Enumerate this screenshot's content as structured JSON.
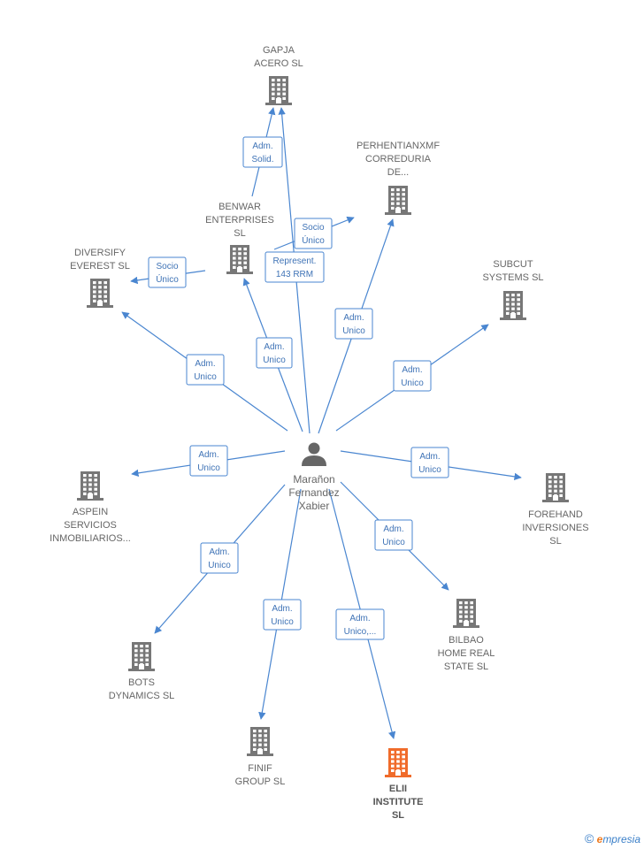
{
  "colors": {
    "edge": "#4a86d0",
    "building": "#777777",
    "highlight": "#f06b2a",
    "person": "#666666"
  },
  "person": {
    "lines": [
      "Marañon",
      "Fernandez",
      "Xabier"
    ],
    "icon": "person-icon"
  },
  "nodes": [
    {
      "id": "gapja",
      "lines": [
        "GAPJA",
        "ACERO  SL"
      ],
      "icon": "building-icon",
      "highlight": false
    },
    {
      "id": "perhentianxmf",
      "lines": [
        "PERHENTIANXMF",
        "CORREDURIA",
        "DE..."
      ],
      "icon": "building-icon",
      "highlight": false
    },
    {
      "id": "benwar",
      "lines": [
        "BENWAR",
        "ENTERPRISES",
        "SL"
      ],
      "icon": "building-icon",
      "highlight": false
    },
    {
      "id": "diversify",
      "lines": [
        "DIVERSIFY",
        "EVEREST  SL"
      ],
      "icon": "building-icon",
      "highlight": false
    },
    {
      "id": "subcut",
      "lines": [
        "SUBCUT",
        "SYSTEMS  SL"
      ],
      "icon": "building-icon",
      "highlight": false
    },
    {
      "id": "aspein",
      "lines": [
        "ASPEIN",
        "SERVICIOS",
        "INMOBILIARIOS..."
      ],
      "icon": "building-icon",
      "highlight": false
    },
    {
      "id": "forehand",
      "lines": [
        "FOREHAND",
        "INVERSIONES",
        "SL"
      ],
      "icon": "building-icon",
      "highlight": false
    },
    {
      "id": "bilbao",
      "lines": [
        "BILBAO",
        "HOME REAL",
        "STATE  SL"
      ],
      "icon": "building-icon",
      "highlight": false
    },
    {
      "id": "bots",
      "lines": [
        "BOTS",
        "DYNAMICS  SL"
      ],
      "icon": "building-icon",
      "highlight": false
    },
    {
      "id": "finif",
      "lines": [
        "FINIF",
        "GROUP  SL"
      ],
      "icon": "building-icon",
      "highlight": false
    },
    {
      "id": "elii",
      "lines": [
        "ELII",
        "INSTITUTE",
        "SL"
      ],
      "icon": "building-icon",
      "highlight": true
    }
  ],
  "edges": [
    {
      "from": "person",
      "to": "gapja",
      "lines": [
        "Represent.",
        "143 RRM"
      ]
    },
    {
      "from": "benwar",
      "to": "gapja",
      "lines": [
        "Adm.",
        "Solid."
      ]
    },
    {
      "from": "benwar",
      "to": "perhentianxmf",
      "lines": [
        "Socio",
        "Único"
      ]
    },
    {
      "from": "benwar",
      "to": "diversify",
      "lines": [
        "Socio",
        "Único"
      ]
    },
    {
      "from": "person",
      "to": "benwar",
      "lines": [
        "Adm.",
        "Unico"
      ]
    },
    {
      "from": "person",
      "to": "perhentianxmf",
      "lines": [
        "Adm.",
        "Unico"
      ]
    },
    {
      "from": "person",
      "to": "diversify",
      "lines": [
        "Adm.",
        "Unico"
      ]
    },
    {
      "from": "person",
      "to": "subcut",
      "lines": [
        "Adm.",
        "Unico"
      ]
    },
    {
      "from": "person",
      "to": "aspein",
      "lines": [
        "Adm.",
        "Unico"
      ]
    },
    {
      "from": "person",
      "to": "forehand",
      "lines": [
        "Adm.",
        "Unico"
      ]
    },
    {
      "from": "person",
      "to": "bilbao",
      "lines": [
        "Adm.",
        "Unico"
      ]
    },
    {
      "from": "person",
      "to": "bots",
      "lines": [
        "Adm.",
        "Unico"
      ]
    },
    {
      "from": "person",
      "to": "finif",
      "lines": [
        "Adm.",
        "Unico"
      ]
    },
    {
      "from": "person",
      "to": "elii",
      "lines": [
        "Adm.",
        "Unico,..."
      ]
    }
  ],
  "footer": {
    "copyright": "©",
    "brand_initial": "e",
    "brand_rest": "mpresia"
  }
}
